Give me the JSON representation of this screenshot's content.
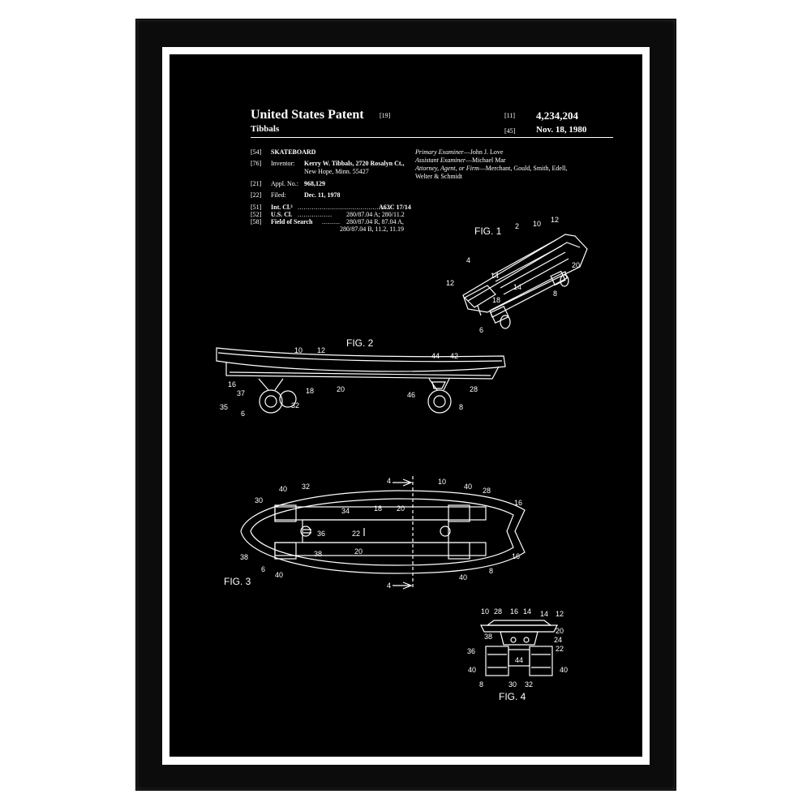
{
  "patent": {
    "title": "United States Patent",
    "title_code": "[19]",
    "number_code": "[11]",
    "number": "4,234,204",
    "inventor_surname": "Tibbals",
    "date_code": "[45]",
    "date": "Nov. 18, 1980"
  },
  "fields": {
    "c54": "[54]",
    "invention": "SKATEBOARD",
    "c76": "[76]",
    "inventor_label": "Inventor:",
    "inventor_line1": "Kerry W. Tibbals, 2720 Rosalyn Ct.,",
    "inventor_line2": "New Hope, Minn. 55427",
    "c21": "[21]",
    "appl_label": "Appl. No.:",
    "appl_no": "968,129",
    "c22": "[22]",
    "filed_label": "Filed:",
    "filed": "Dec. 11, 1978",
    "c51": "[51]",
    "intcl_label": "Int. Cl.³",
    "intcl": "A63C 17/14",
    "c52": "[52]",
    "uscl_label": "U.S. Cl.",
    "uscl": "280/87.04 A; 280/11.2",
    "c58": "[58]",
    "search_label": "Field of Search",
    "search1": "280/87.04 R, 87.04 A,",
    "search2": "280/87.04 B, 11.2, 11.19"
  },
  "examiners": {
    "primary_label": "Primary Examiner",
    "primary": "—John J. Love",
    "assistant_label": "Assistant Examiner",
    "assistant": "—Michael Mar",
    "attorney_label": "Attorney, Agent, or Firm",
    "attorney": "—Merchant, Gould, Smith, Edell, Welter & Schmidt"
  },
  "figures": {
    "fig1": "FIG. 1",
    "fig2": "FIG. 2",
    "fig3": "FIG. 3",
    "fig4": "FIG. 4"
  },
  "ref_numbers": {
    "n2": "2",
    "n4": "4",
    "n6": "6",
    "n8": "8",
    "n10": "10",
    "n12": "12",
    "n14": "14",
    "n16": "16",
    "n18": "18",
    "n20": "20",
    "n22": "22",
    "n24": "24",
    "n28": "28",
    "n30": "30",
    "n32": "32",
    "n34": "34",
    "n35": "35",
    "n36": "36",
    "n37": "37",
    "n38": "38",
    "n40": "40",
    "n42": "42",
    "n44": "44",
    "n46": "46",
    "section": "4"
  },
  "colors": {
    "frame": "#0c0c0c",
    "mat": "#ffffff",
    "poster": "#000000",
    "ink": "#ffffff"
  }
}
